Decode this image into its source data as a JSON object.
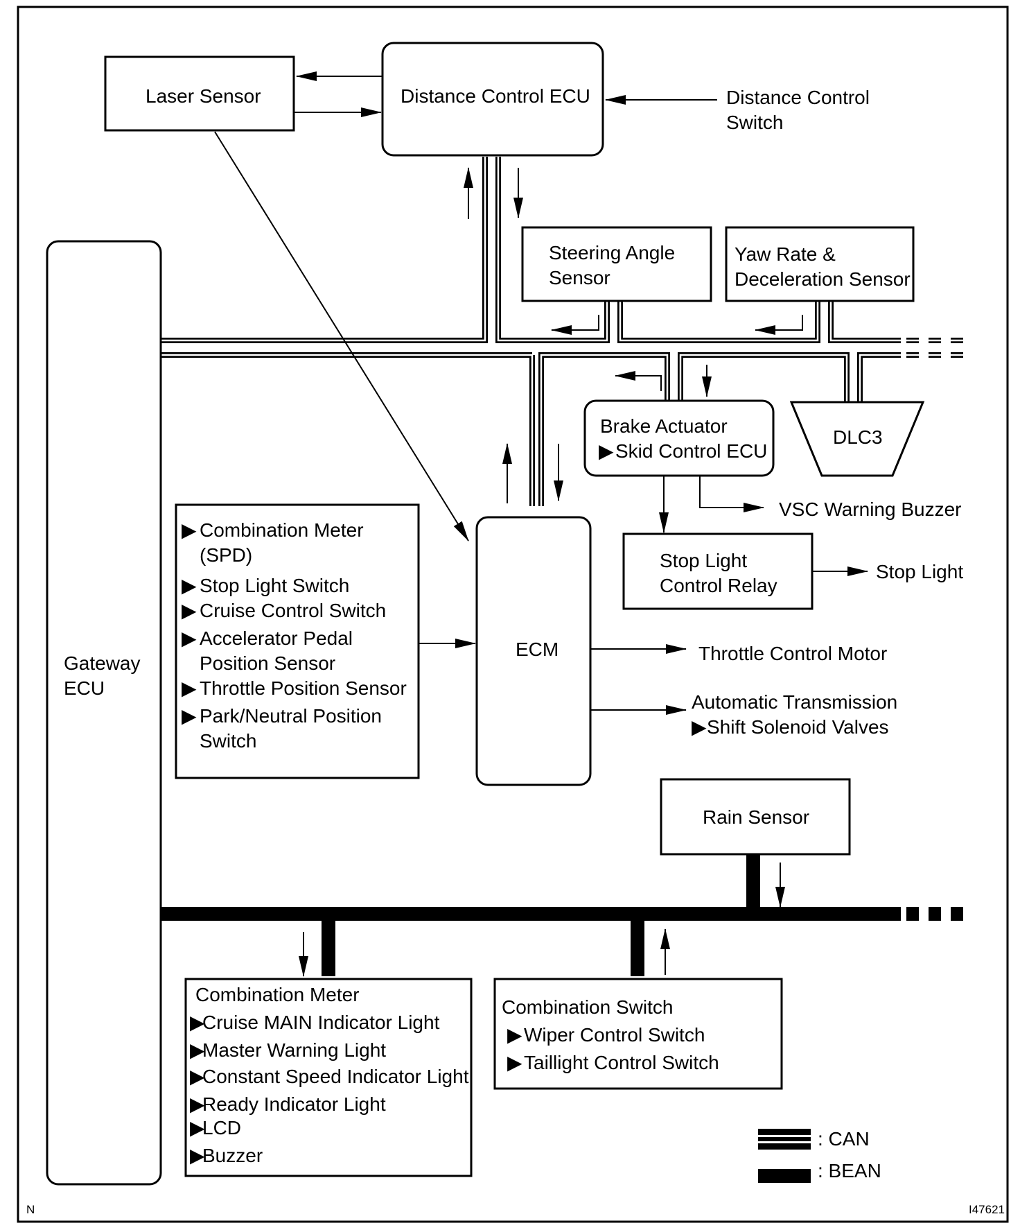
{
  "blocks": {
    "laser_sensor": "Laser Sensor",
    "distance_control_ecu": "Distance Control ECU",
    "distance_control_switch": [
      "Distance Control",
      "Switch"
    ],
    "steering_angle_sensor": [
      "Steering Angle",
      "Sensor"
    ],
    "yaw_rate_sensor": [
      "Yaw Rate &",
      "Deceleration Sensor"
    ],
    "gateway_ecu": [
      "Gateway",
      "ECU"
    ],
    "brake_actuator": [
      "Brake Actuator",
      "Skid Control ECU"
    ],
    "dlc3": "DLC3",
    "vsc_warning_buzzer": "VSC Warning Buzzer",
    "stop_light_control_relay": [
      "Stop Light",
      "Control Relay"
    ],
    "stop_light": "Stop Light",
    "ecm": "ECM",
    "throttle_control_motor": "Throttle Control Motor",
    "automatic_transmission": [
      "Automatic Transmission",
      "Shift Solenoid Valves"
    ],
    "rain_sensor": "Rain Sensor"
  },
  "ecm_inputs": [
    "Combination Meter",
    "(SPD)",
    "Stop Light Switch",
    "Cruise Control Switch",
    "Accelerator Pedal",
    "Position Sensor",
    "Throttle Position Sensor",
    "Park/Neutral Position",
    "Switch"
  ],
  "combination_meter": {
    "title": "Combination Meter",
    "items": [
      "Cruise MAIN Indicator Light",
      "Master Warning Light",
      "Constant Speed Indicator Light",
      "Ready Indicator Light",
      "LCD",
      "Buzzer"
    ]
  },
  "combination_switch": {
    "title": "Combination Switch",
    "items": [
      "Wiper Control Switch",
      "Taillight Control Switch"
    ]
  },
  "legend": {
    "can": ": CAN",
    "bean": ": BEAN"
  },
  "corner_left": "N",
  "corner_right": "I47621"
}
